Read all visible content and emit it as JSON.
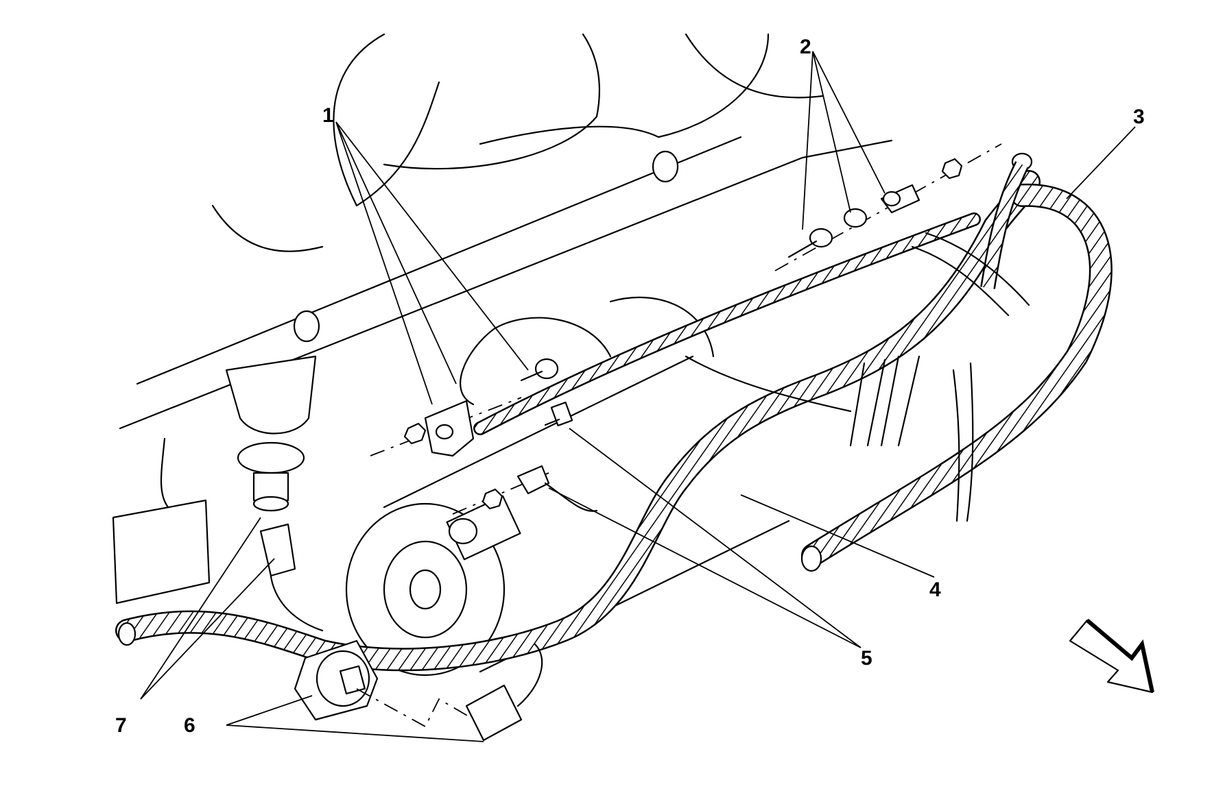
{
  "callouts": [
    {
      "id": "1",
      "label": "1"
    },
    {
      "id": "2",
      "label": "2"
    },
    {
      "id": "3",
      "label": "3"
    },
    {
      "id": "4",
      "label": "4"
    },
    {
      "id": "5",
      "label": "5"
    },
    {
      "id": "6",
      "label": "6"
    },
    {
      "id": "7",
      "label": "7"
    }
  ],
  "icons": {
    "direction_arrow": "arrow-down-right-icon"
  },
  "colors": {
    "line": "#000000",
    "background": "#ffffff"
  }
}
